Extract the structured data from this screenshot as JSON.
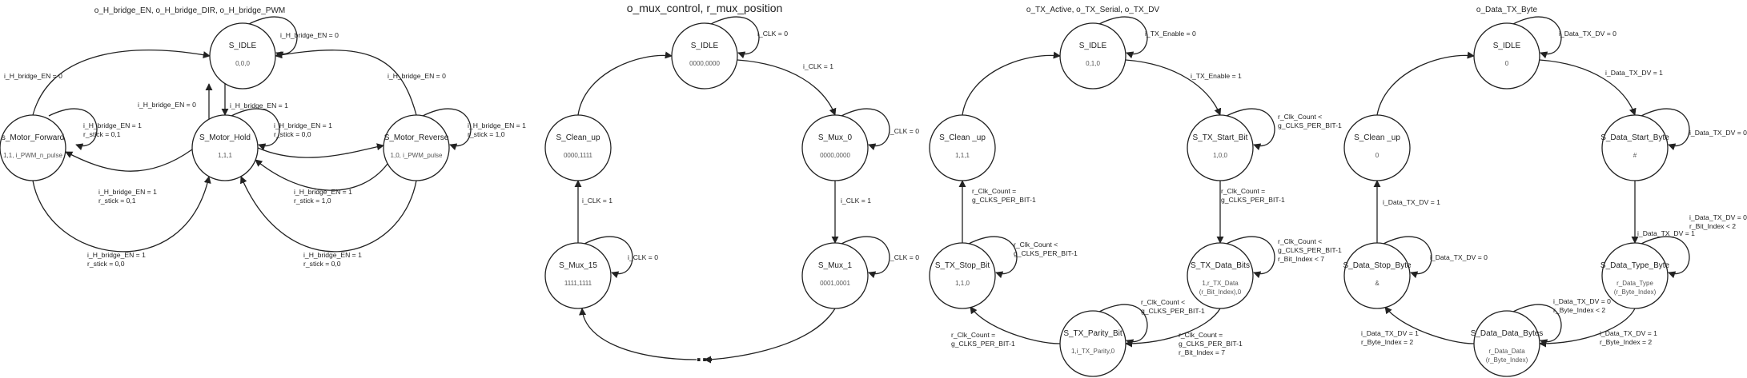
{
  "diagrams": [
    {
      "title": "o_H_bridge_EN, o_H_bridge_DIR, o_H_bridge_PWM",
      "states": [
        {
          "name": "S_IDLE",
          "output": "0,0,0"
        },
        {
          "name": "s_Motor_Forward",
          "output": "1,1, i_PWM_n_pulse"
        },
        {
          "name": "S_Motor_Hold",
          "output": "1,1,1"
        },
        {
          "name": "S_Motor_Reverse",
          "output": "1,0, i_PWM_pulse"
        }
      ],
      "transitions": [
        [
          "i_H_bridge_EN = 0"
        ],
        [
          "i_H_bridge_EN = 0"
        ],
        [
          "i_H_bridge_EN = 0"
        ],
        [
          "i_H_bridge_EN = 0"
        ],
        [
          "i_H_bridge_EN = 1"
        ],
        [
          "i_H_bridge_EN = 1",
          "r_stick = 0,1"
        ],
        [
          "i_H_bridge_EN = 1",
          "r_stick = 0,0"
        ],
        [
          "i_H_bridge_EN = 1",
          "r_stick = 1,0"
        ],
        [
          "i_H_bridge_EN = 1",
          "r_stick = 0,1"
        ],
        [
          "i_H_bridge_EN = 1",
          "r_stick = 1,0"
        ],
        [
          "i_H_bridge_EN = 1",
          "r_stick = 0,0"
        ],
        [
          "i_H_bridge_EN = 1",
          "r_stick = 0,0"
        ]
      ]
    },
    {
      "title": "o_mux_control, r_mux_position",
      "states": [
        {
          "name": "S_IDLE",
          "output": "0000,0000"
        },
        {
          "name": "S_Mux_0",
          "output": "0000,0000"
        },
        {
          "name": "S_Mux_1",
          "output": "0001,0001"
        },
        {
          "name": "S_Mux_15",
          "output": "1111,1111"
        },
        {
          "name": "S_Clean_up",
          "output": "0000,1111"
        }
      ],
      "transitions": [
        [
          "i_CLK = 0"
        ],
        [
          "i_CLK = 1"
        ],
        [
          "i_CLK = 0"
        ],
        [
          "i_CLK = 1"
        ],
        [
          "i_CLK = 0"
        ],
        [
          "i_CLK = 0"
        ],
        [
          "i_CLK = 1"
        ]
      ],
      "ellipsis": "..."
    },
    {
      "title": "o_TX_Active, o_TX_Serial, o_TX_DV",
      "states": [
        {
          "name": "S_IDLE",
          "output": "0,1,0"
        },
        {
          "name": "S_TX_Start_Bit",
          "output": "1,0,0"
        },
        {
          "name": "S_TX_Data_Bits",
          "output": [
            "1,r_TX_Data",
            "(r_Bit_Index),0"
          ]
        },
        {
          "name": "S_TX_Parity_Bit",
          "output": "1,i_TX_Parity,0"
        },
        {
          "name": "S_TX_Stop_Bit",
          "output": "1,1,0"
        },
        {
          "name": "S_Clean _up",
          "output": "1,1,1"
        }
      ],
      "transitions": [
        [
          "i_TX_Enable = 0"
        ],
        [
          "i_TX_Enable = 1"
        ],
        [
          "r_Clk_Count <",
          "g_CLKS_PER_BIT-1"
        ],
        [
          "r_Clk_Count =",
          "g_CLKS_PER_BIT-1"
        ],
        [
          "r_Clk_Count <",
          "g_CLKS_PER_BIT-1",
          "r_Bit_Index < 7"
        ],
        [
          "r_Clk_Count =",
          "g_CLKS_PER_BIT-1",
          "r_Bit_Index = 7"
        ],
        [
          "r_Clk_Count <",
          "g_CLKS_PER_BIT-1"
        ],
        [
          "r_Clk_Count =",
          "g_CLKS_PER_BIT-1"
        ],
        [
          "r_Clk_Count <",
          "g_CLKS_PER_BIT-1"
        ],
        [
          "r_Clk_Count =",
          "g_CLKS_PER_BIT-1"
        ]
      ]
    },
    {
      "title": "o_Data_TX_Byte",
      "states": [
        {
          "name": "S_IDLE",
          "output": "0"
        },
        {
          "name": "S_Data_Start_Byte",
          "output": "#"
        },
        {
          "name": "S_Data_Type_Byte",
          "output": [
            "r_Data_Type",
            "(r_Byte_Index)"
          ]
        },
        {
          "name": "S_Data_Data_Bytes",
          "output": [
            "r_Data_Data",
            "(r_Byte_Index)"
          ]
        },
        {
          "name": "S_Data_Stop_Byte",
          "output": "&"
        },
        {
          "name": "S_Clean _up",
          "output": "0"
        }
      ],
      "transitions": [
        [
          "i_Data_TX_DV = 0"
        ],
        [
          "i_Data_TX_DV = 1"
        ],
        [
          "i_Data_TX_DV = 0"
        ],
        [
          "i_Data_TX_DV = 1"
        ],
        [
          "i_Data_TX_DV = 0",
          "r_Bit_Index < 2"
        ],
        [
          "i_Data_TX_DV = 1",
          "r_Byte_Index = 2"
        ],
        [
          "i_Data_TX_DV = 0",
          "r_Byte_Index < 2"
        ],
        [
          "i_Data_TX_DV = 1",
          "r_Byte_Index = 2"
        ],
        [
          "i_Data_TX_DV = 0"
        ],
        [
          "i_Data_TX_DV = 1"
        ]
      ]
    }
  ]
}
